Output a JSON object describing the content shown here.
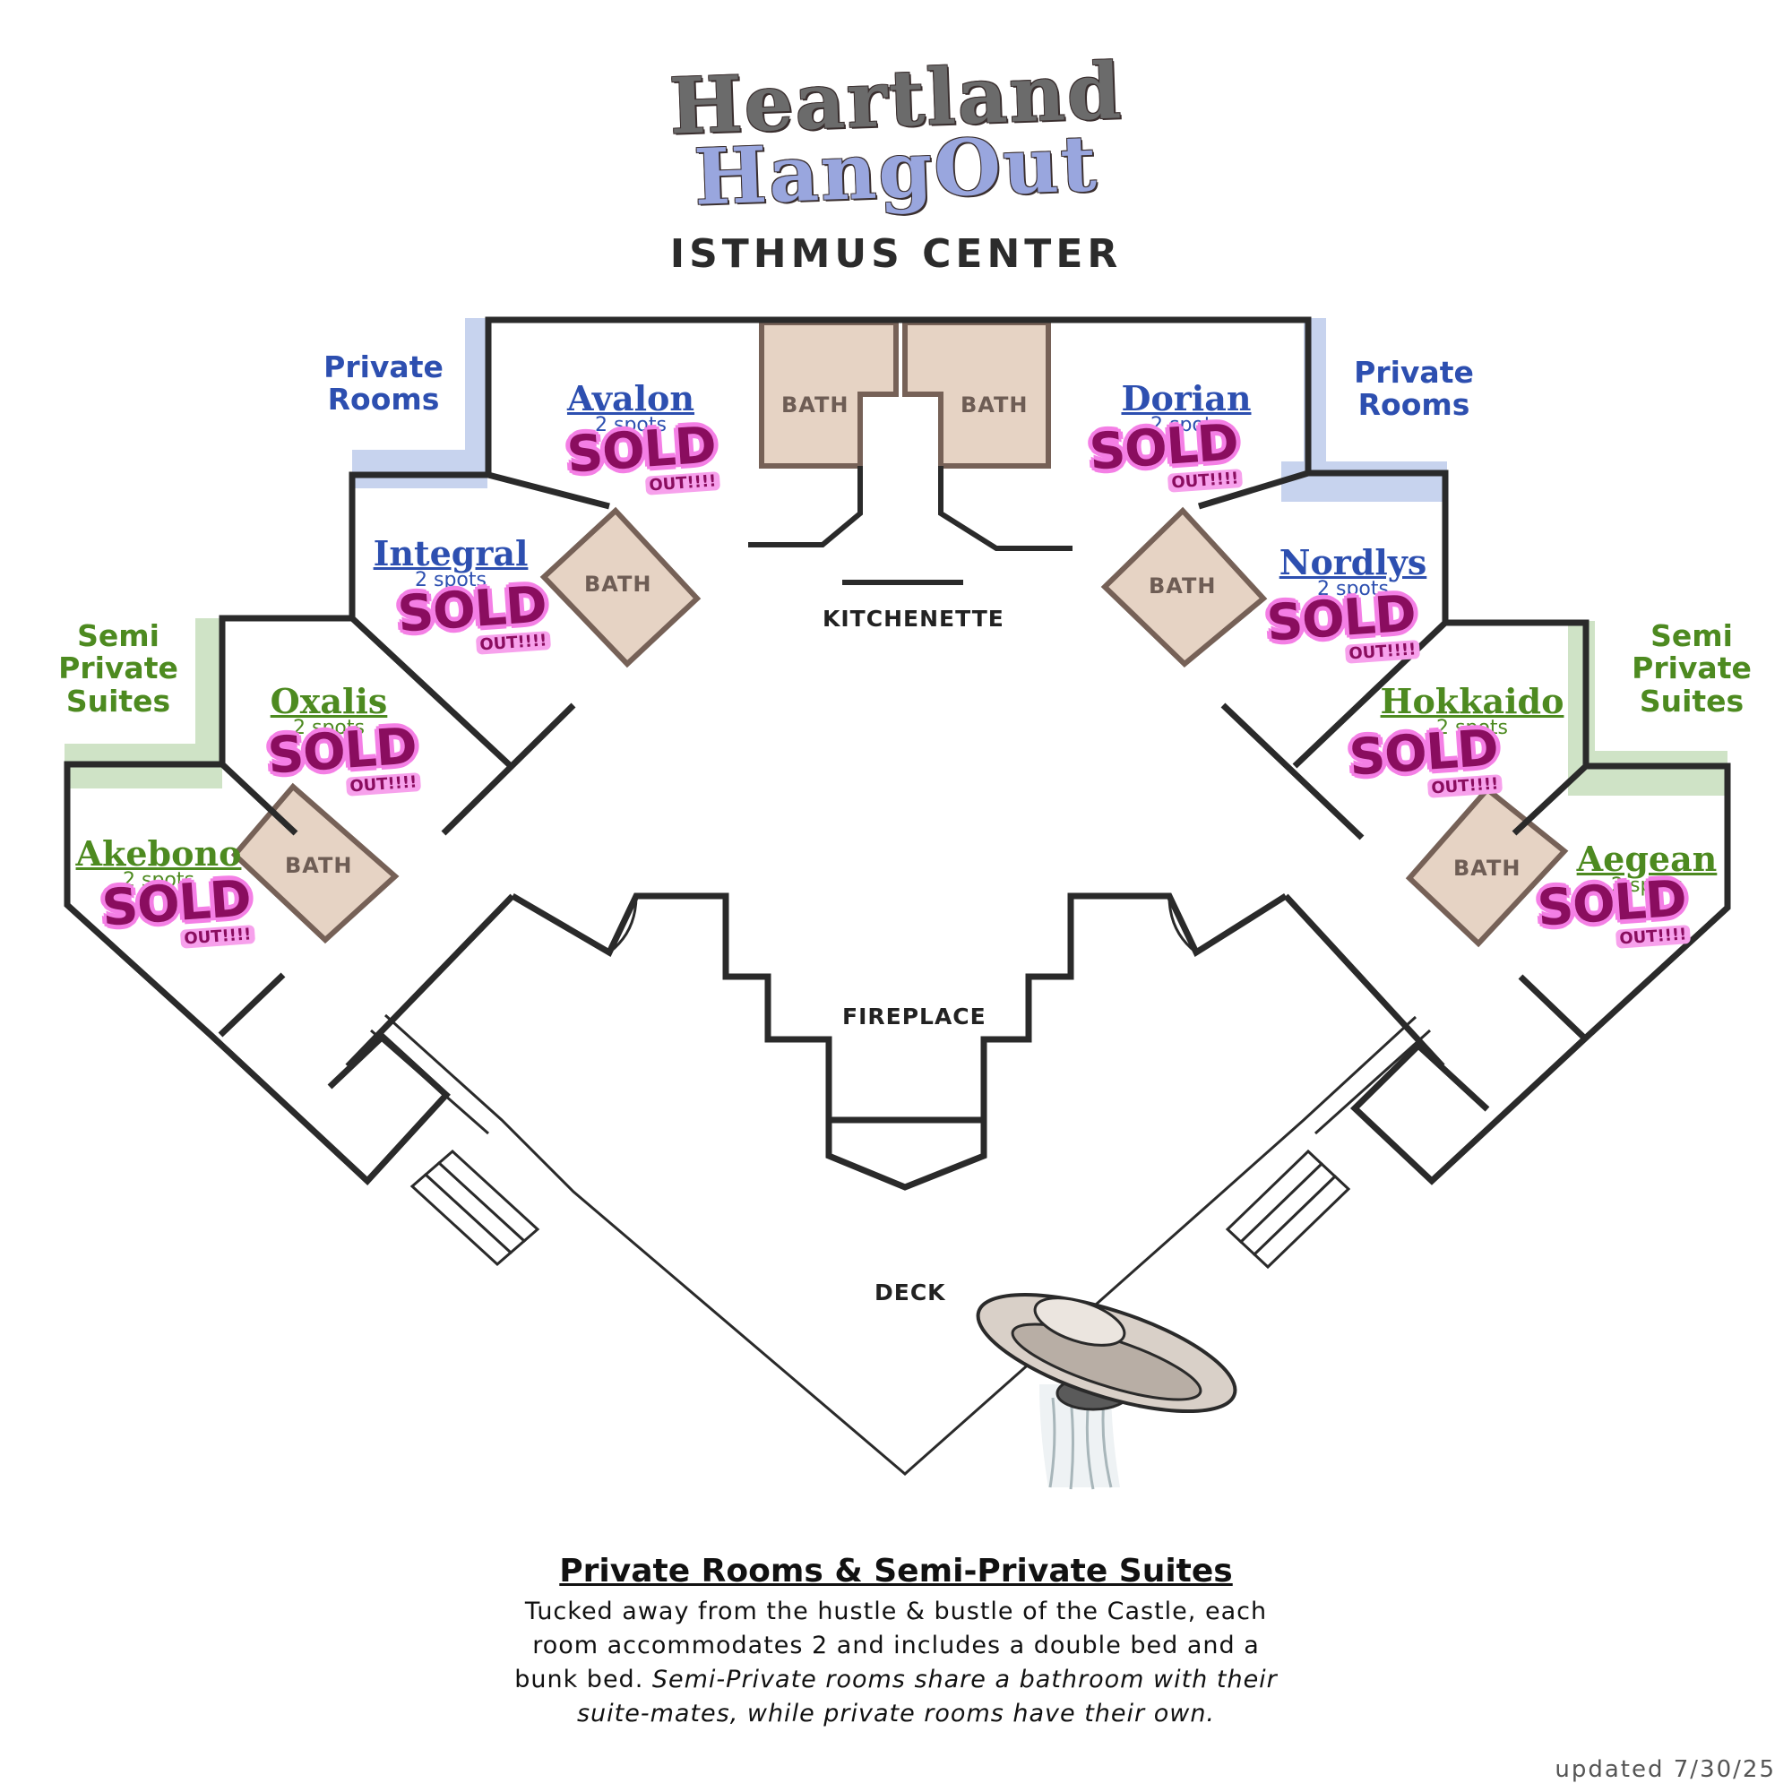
{
  "header": {
    "title_line1": "Heartland",
    "title_line2": "HangOut",
    "subtitle": "ISTHMUS CENTER"
  },
  "legend": {
    "private_rooms": "Private Rooms",
    "semi_private_suites": "Semi Private Suites"
  },
  "colors": {
    "private_accent": "#2d4fb0",
    "semi_private_accent": "#4d8a20",
    "private_highlight": "#c7d3ee",
    "semi_private_highlight": "#cfe3c6",
    "bath_fill": "#e6d3c4",
    "sold_text": "#8a0d5f",
    "sold_glow": "#f47fe5"
  },
  "rooms": [
    {
      "id": "avalon",
      "name": "Avalon",
      "spots": "2 spots",
      "type": "private",
      "sold_out": true
    },
    {
      "id": "dorian",
      "name": "Dorian",
      "spots": "2 spots",
      "type": "private",
      "sold_out": true
    },
    {
      "id": "integral",
      "name": "Integral",
      "spots": "2 spots",
      "type": "private",
      "sold_out": true
    },
    {
      "id": "nordlys",
      "name": "Nordlys",
      "spots": "2 spots",
      "type": "private",
      "sold_out": true
    },
    {
      "id": "oxalis",
      "name": "Oxalis",
      "spots": "2 spots",
      "type": "semi",
      "sold_out": true
    },
    {
      "id": "hokkaido",
      "name": "Hokkaido",
      "spots": "2 spots",
      "type": "semi",
      "sold_out": true
    },
    {
      "id": "akebono",
      "name": "Akebono",
      "spots": "2 spots",
      "type": "semi",
      "sold_out": true
    },
    {
      "id": "aegean",
      "name": "Aegean",
      "spots": "2 spots",
      "type": "semi",
      "sold_out": true
    }
  ],
  "sold_badge": {
    "main": "SOLD",
    "sub": "OUT!!!!"
  },
  "areas": {
    "bath": "BATH",
    "kitchenette": "KITCHENETTE",
    "fireplace": "FIREPLACE",
    "deck": "DECK"
  },
  "icons": [
    "ufo-icon"
  ],
  "description": {
    "heading": "Private Rooms & Semi-Private Suites",
    "body_plain": "Tucked away from the hustle & bustle of the Castle, each room accommodates 2 and includes a double bed and a bunk bed.",
    "body_italic": "Semi-Private rooms share a bathroom with their suite-mates, while private rooms have their own."
  },
  "footer": {
    "updated": "updated 7/30/25"
  }
}
